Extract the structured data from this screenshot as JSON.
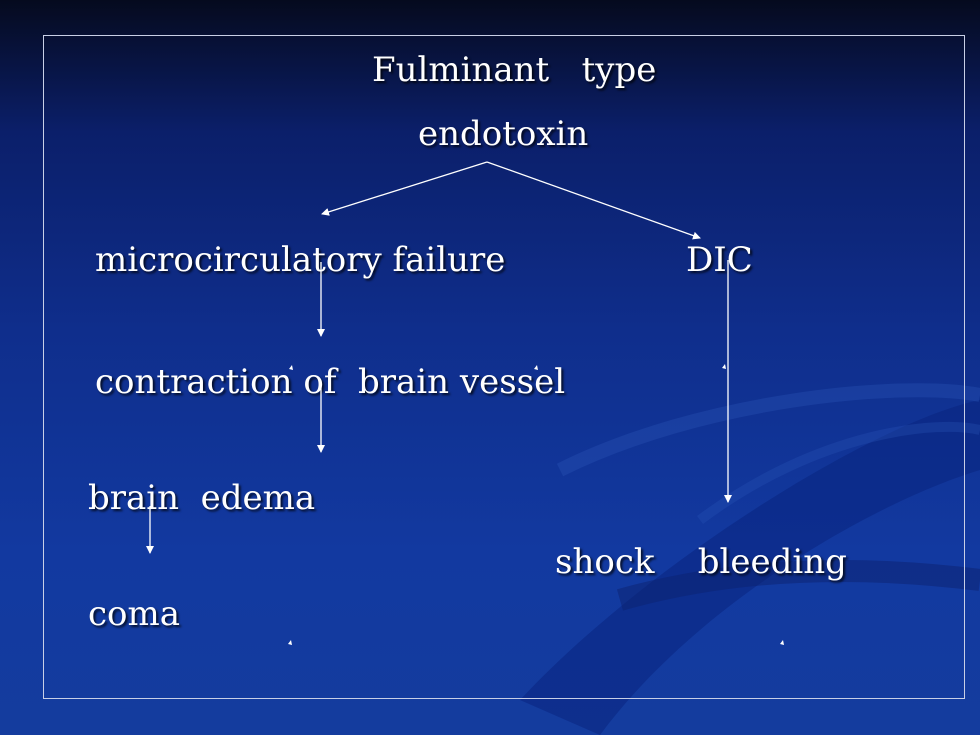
{
  "diagram": {
    "nodes": {
      "title": "Fulminant   type",
      "endotoxin": "endotoxin",
      "microcirculatory_failure": "microcirculatory failure",
      "dic": "DIC",
      "contraction": "contraction of  brain vessel",
      "brain_edema": "brain  edema",
      "shock_bleeding": "shock    bleeding",
      "coma": "coma"
    },
    "edges": [
      {
        "from": "endotoxin",
        "to": "microcirculatory_failure"
      },
      {
        "from": "endotoxin",
        "to": "dic"
      },
      {
        "from": "microcirculatory_failure",
        "to": "contraction"
      },
      {
        "from": "contraction",
        "to": "brain_edema"
      },
      {
        "from": "brain_edema",
        "to": "coma"
      },
      {
        "from": "dic",
        "to": "shock_bleeding"
      }
    ]
  },
  "colors": {
    "text": "#ffffff",
    "arrow": "#ffffff",
    "frame": "#c8cfe6",
    "background_top": "#050a1e",
    "background": "#0f2e8c"
  }
}
